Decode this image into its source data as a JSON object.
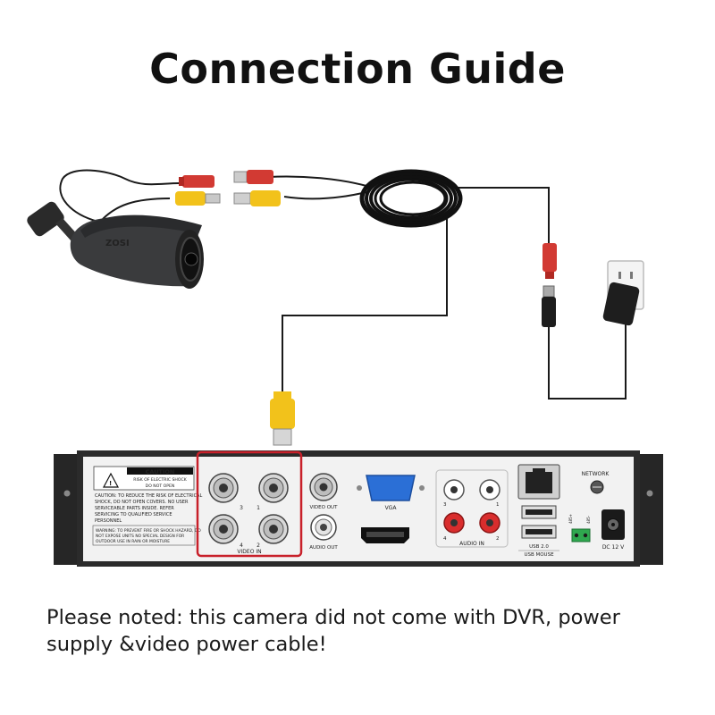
{
  "title": "Connection Guide",
  "camera": {
    "brand": "ZOSI"
  },
  "dvr": {
    "caution_header": "CAUTION",
    "caution_line1": "RISK OF ELECTRIC SHOCK",
    "caution_line2": "DO NOT OPEN",
    "caution_text_lines": [
      "CAUTION: TO REDUCE THE RISK OF ELECTRICAL",
      "SHOCK, DO NOT OPEN COVERS. NO USER",
      "SERVICEABLE PARTS INSIDE. REFER",
      "SERVICING TO QUALIFIED SERVICE",
      "PERSONNEL"
    ],
    "warning_text_lines": [
      "WARNING: TO PREVENT FIRE OR SHOCK HAZARD, DO",
      "NOT EXPOSE UNITS NO SPECIAL DESIGN FOR",
      "OUTDOOR USE IN RAIN OR MOISTURE"
    ],
    "video_in_label": "VIDEO IN",
    "video_in_numbers": [
      "3",
      "1",
      "4",
      "2"
    ],
    "video_out_label": "VIDEO OUT",
    "audio_out_label": "AUDIO OUT",
    "vga_label": "VGA",
    "audio_in_label": "AUDIO IN",
    "audio_in_numbers": [
      "3",
      "1",
      "4",
      "2"
    ],
    "usb_label_1": "USB 2.0",
    "usb_label_2": "USB MOUSE",
    "network_label": "NETWORK",
    "rs485_label_1": "485+",
    "rs485_label_2": "485-",
    "power_label": "DC 12 V"
  },
  "note": "Please noted: this camera did not come with DVR, power supply &video power cable!",
  "colors": {
    "highlight": "#c8202a",
    "bnc_yellow": "#f2c21b",
    "dc_red": "#d23a33",
    "dvr_panel": "#f2f2f2",
    "dvr_frame": "#2b2b2b",
    "vga_blue": "#2b6fd6"
  }
}
